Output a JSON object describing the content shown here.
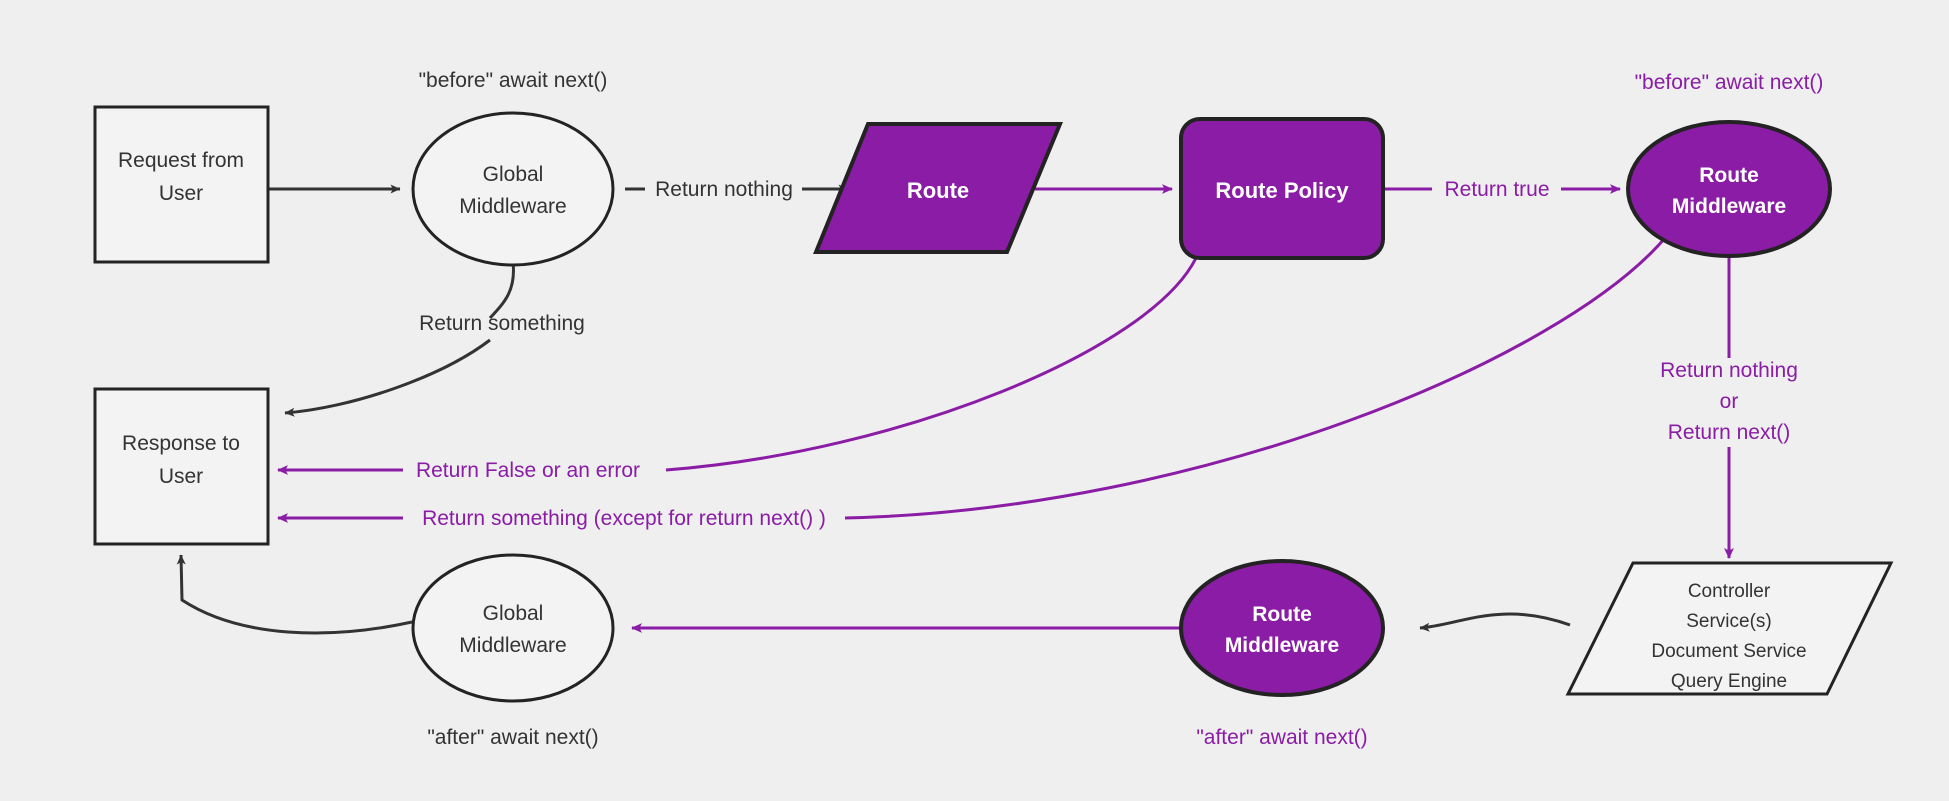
{
  "diagram": {
    "title": "Middleware request lifecycle flow",
    "background_color": "#efefef",
    "colors": {
      "purple_fill": "#8a1ca5",
      "purple_stroke": "#9224b5",
      "dark_stroke": "#232323",
      "white_fill": "#f3f3f3",
      "text_dark": "#333333",
      "text_white": "#ffffff"
    },
    "nodes": [
      {
        "id": "request-from-user",
        "shape": "rectangle",
        "style": "light",
        "lines": [
          "Request from",
          "User"
        ]
      },
      {
        "id": "global-middleware-top",
        "shape": "ellipse",
        "style": "light",
        "lines": [
          "Global",
          "Middleware"
        ]
      },
      {
        "id": "route",
        "shape": "parallelogram",
        "style": "purple",
        "lines": [
          "Route"
        ]
      },
      {
        "id": "route-policy",
        "shape": "rounded-rectangle",
        "style": "purple",
        "lines": [
          "Route Policy"
        ]
      },
      {
        "id": "route-middleware-top",
        "shape": "ellipse",
        "style": "purple",
        "lines": [
          "Route",
          "Middleware"
        ]
      },
      {
        "id": "controller-stack",
        "shape": "parallelogram",
        "style": "light",
        "lines": [
          "Controller",
          "Service(s)",
          "Document Service",
          "Query Engine"
        ]
      },
      {
        "id": "route-middleware-bottom",
        "shape": "ellipse",
        "style": "purple",
        "lines": [
          "Route",
          "Middleware"
        ]
      },
      {
        "id": "global-middleware-bottom",
        "shape": "ellipse",
        "style": "light",
        "lines": [
          "Global",
          "Middleware"
        ]
      },
      {
        "id": "response-to-user",
        "shape": "rectangle",
        "style": "light",
        "lines": [
          "Response to",
          "User"
        ]
      }
    ],
    "annotations": [
      {
        "id": "before-global",
        "text": "\"before\" await next()",
        "color": "dark"
      },
      {
        "id": "before-route-mw",
        "text": "\"before\" await next()",
        "color": "purple"
      },
      {
        "id": "after-global",
        "text": "\"after\" await next()",
        "color": "dark"
      },
      {
        "id": "after-route-mw",
        "text": "\"after\" await next()",
        "color": "purple"
      }
    ],
    "edge_labels": [
      {
        "id": "return-nothing",
        "text": "Return nothing",
        "color": "dark"
      },
      {
        "id": "return-something-top",
        "text": "Return something",
        "color": "dark"
      },
      {
        "id": "return-true",
        "text": "Return true",
        "color": "purple"
      },
      {
        "id": "return-false-or-error",
        "text": "Return False or an error",
        "color": "purple"
      },
      {
        "id": "return-something-except",
        "text": "Return something (except for return next() )",
        "color": "purple"
      },
      {
        "id": "return-nothing-or-next-l1",
        "text": "Return nothing",
        "color": "purple"
      },
      {
        "id": "return-nothing-or-next-l2",
        "text": "or",
        "color": "purple"
      },
      {
        "id": "return-nothing-or-next-l3",
        "text": "Return next()",
        "color": "purple"
      }
    ]
  }
}
